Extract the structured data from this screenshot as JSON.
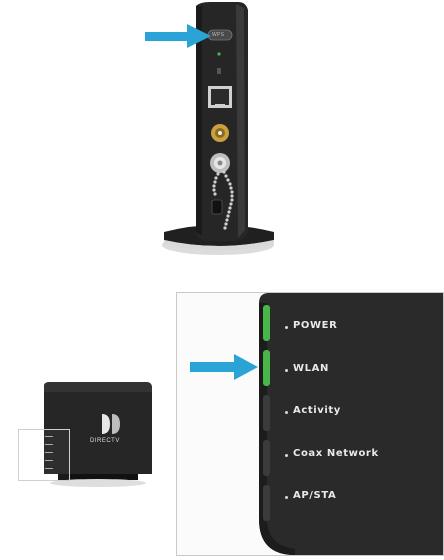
{
  "top_view": {
    "arrow_color": "#2aa3d6",
    "button_label": "WPS"
  },
  "zoom_panel": {
    "led_indicators": [
      {
        "label": "POWER",
        "lit": true
      },
      {
        "label": "WLAN",
        "lit": true
      },
      {
        "label": "Activity",
        "lit": false
      },
      {
        "label": "Coax Network",
        "lit": false
      },
      {
        "label": "AP/STA",
        "lit": false
      }
    ],
    "lit_color": "#49b64a",
    "arrow_color": "#2aa3d6"
  },
  "small_device": {
    "brand": "DIRECTV"
  }
}
